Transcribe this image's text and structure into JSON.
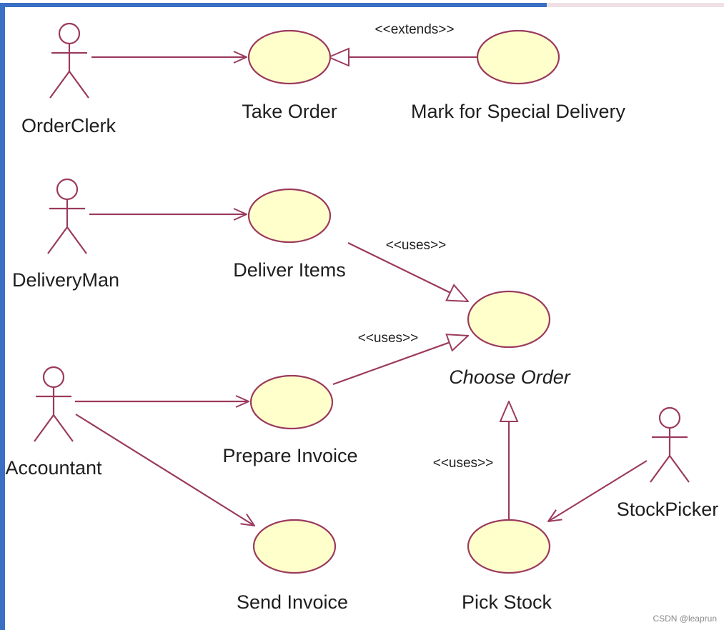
{
  "colors": {
    "line": "#9b3a5e",
    "usecase_fill": "#ffffcc",
    "usecase_stroke": "#9b3a5e",
    "frame_left": "#3a6fc4",
    "frame_top": "#3a6fc4",
    "text": "#1e1e1e"
  },
  "actors": {
    "order_clerk": "OrderClerk",
    "delivery_man": "DeliveryMan",
    "accountant": "Accountant",
    "stock_picker": "StockPicker"
  },
  "use_cases": {
    "take_order": "Take Order",
    "mark_special_delivery": "Mark for Special Delivery",
    "deliver_items": "Deliver Items",
    "choose_order": "Choose Order",
    "prepare_invoice": "Prepare Invoice",
    "send_invoice": "Send Invoice",
    "pick_stock": "Pick Stock"
  },
  "stereotypes": {
    "extends": "<<extends>>",
    "uses_deliver": "<<uses>>",
    "uses_prepare": "<<uses>>",
    "uses_pick": "<<uses>>"
  },
  "watermark": "CSDN @leaprun"
}
